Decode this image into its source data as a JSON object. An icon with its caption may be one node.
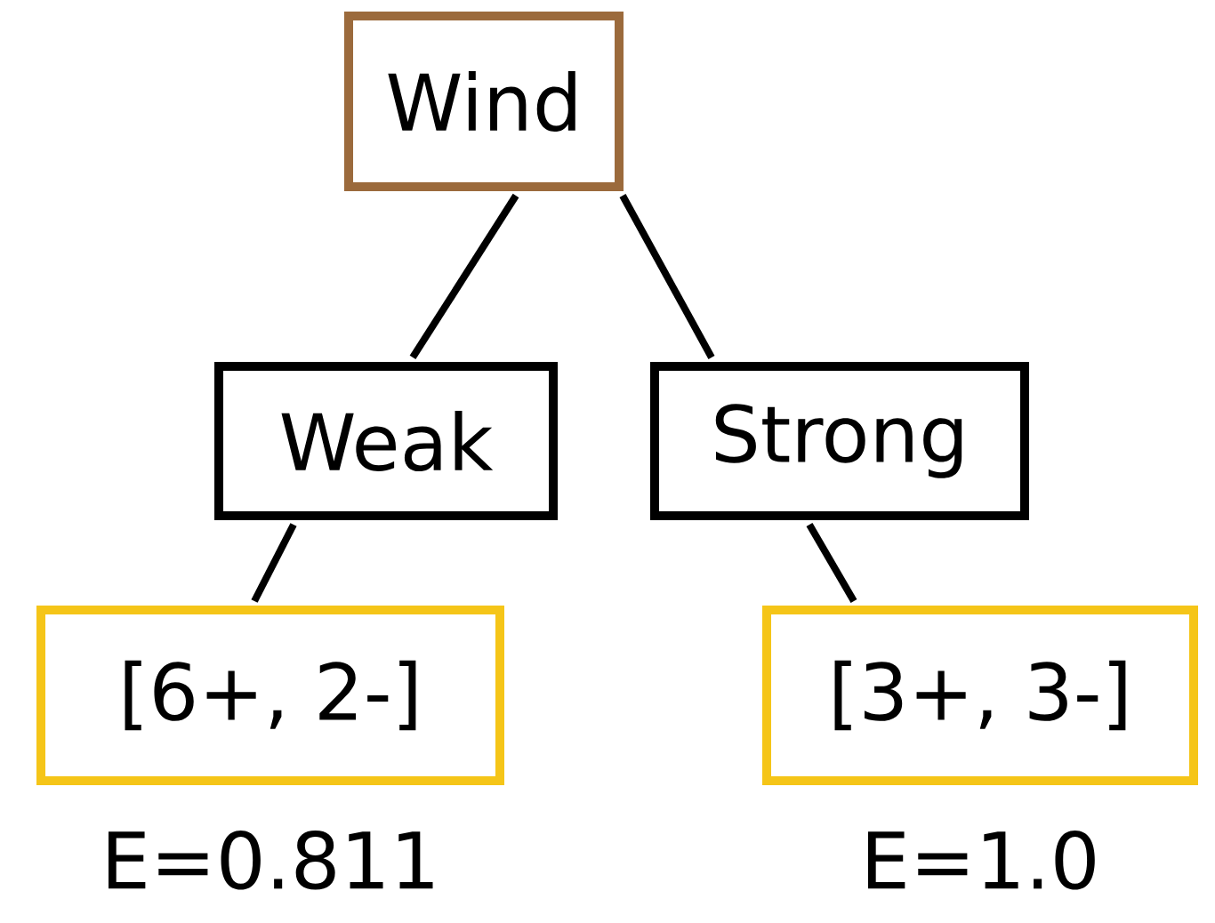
{
  "diagram": {
    "nodes": [
      {
        "text": [
          "Wind"
        ]
      },
      {
        "text": [
          "Weak"
        ]
      },
      {
        "text": [
          "Strong"
        ]
      },
      {
        "text": [
          "[6+, 2-]"
        ],
        "beside": [
          "E=0.811"
        ]
      },
      {
        "text": [
          "[3+, 3-]"
        ],
        "beside": [
          "E=1.0"
        ]
      }
    ],
    "edges": [
      {
        "from": 0,
        "to": 1,
        "arrow": "none"
      },
      {
        "from": 0,
        "to": 2,
        "arrow": "none"
      },
      {
        "from": 1,
        "to": 3,
        "arrow": "none"
      },
      {
        "from": 2,
        "to": 4,
        "arrow": "none"
      }
    ]
  }
}
